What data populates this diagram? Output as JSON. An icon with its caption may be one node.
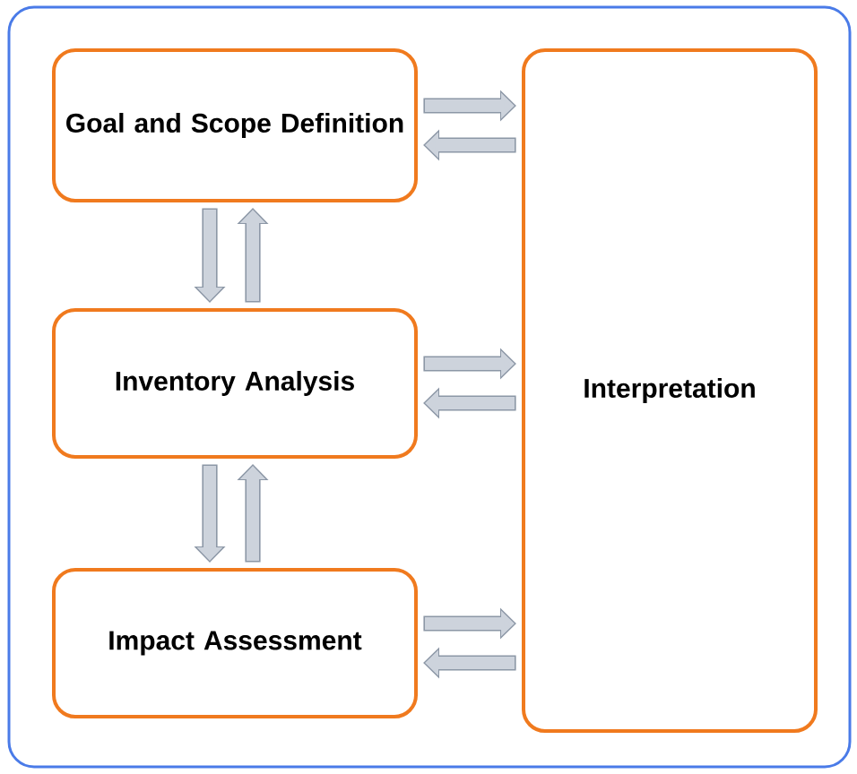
{
  "diagram": {
    "nodes": [
      {
        "text": [
          "Goal and Scope Definition"
        ]
      },
      {
        "text": [
          "Inventory Analysis"
        ]
      },
      {
        "text": [
          "Impact Assessment"
        ]
      },
      {
        "text": [
          "Interpretation"
        ]
      }
    ],
    "edges": [
      {
        "from": 3,
        "to": 0,
        "arrow": "to"
      },
      {
        "from": 0,
        "to": 3,
        "arrow": "to"
      },
      {
        "from": 0,
        "to": 1,
        "arrow": "to"
      },
      {
        "from": 1,
        "to": 0,
        "arrow": "to"
      },
      {
        "from": 3,
        "to": 1,
        "arrow": "to"
      },
      {
        "from": 1,
        "to": 3,
        "arrow": "to"
      },
      {
        "from": 1,
        "to": 2,
        "arrow": "to"
      },
      {
        "from": 2,
        "to": 1,
        "arrow": "to"
      },
      {
        "from": 3,
        "to": 2,
        "arrow": "to"
      },
      {
        "from": 2,
        "to": 3,
        "arrow": "to"
      }
    ]
  }
}
